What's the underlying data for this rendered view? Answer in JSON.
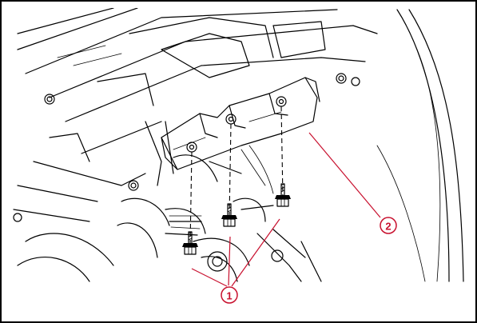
{
  "callouts": [
    {
      "label": "1",
      "part": "bolts"
    },
    {
      "label": "2",
      "part": "bracket cover"
    }
  ],
  "colors": {
    "callout": "#c8102e",
    "line": "#000000",
    "background": "#ffffff"
  }
}
